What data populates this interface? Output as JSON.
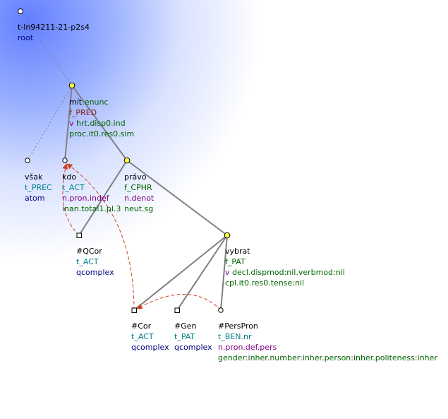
{
  "colors": {
    "edge": "#808080",
    "coref": "#d04020",
    "node_fill": "#ffff44",
    "node_stroke": "#000000",
    "glow": "#5a78ff"
  },
  "tree": {
    "root": {
      "id": "t-ln94211-21-p2s4",
      "label": "root"
    },
    "nodes": {
      "mit": {
        "lemma": "mít",
        "sense": "enunc",
        "functor": "f_PRED",
        "gram": [
          "v",
          "hrt.disp0.ind"
        ],
        "extra": "proc.it0.res0.sim"
      },
      "vsak": {
        "lemma": "však",
        "functor": "t_PREC",
        "type": "atom"
      },
      "kdo": {
        "lemma": "kdo",
        "functor": "t_ACT",
        "gram": "n.pron.indef",
        "extra": "inan.total1.pl.3"
      },
      "pravo": {
        "lemma": "právo",
        "functor": "f_CPHR",
        "gram": "n.denot",
        "extra": "neut.sg"
      },
      "qcor": {
        "lemma": "#QCor",
        "functor": "t_ACT",
        "type": "qcomplex"
      },
      "vybrat": {
        "lemma": "vybrat",
        "functor": "f_PAT",
        "gram": [
          "v",
          "decl.dispmod:nil.verbmod:nil"
        ],
        "extra": "cpl.it0.res0.tense:nil"
      },
      "cor": {
        "lemma": "#Cor",
        "functor": "t_ACT",
        "type": "qcomplex"
      },
      "gen": {
        "lemma": "#Gen",
        "functor": "t_PAT",
        "type": "qcomplex"
      },
      "perspron": {
        "lemma": "#PersPron",
        "functor": "t_BEN.nr",
        "gram": "n.pron.def.pers",
        "extra_parts": [
          {
            "t": "gender",
            "k": true
          },
          {
            "t": ":",
            "k": false
          },
          {
            "t": "inher",
            "k": true
          },
          {
            "t": ".",
            "k": false
          },
          {
            "t": "number",
            "k": true
          },
          {
            "t": ":",
            "k": false
          },
          {
            "t": "inher",
            "k": true
          },
          {
            "t": ".",
            "k": false
          },
          {
            "t": "person",
            "k": true
          },
          {
            "t": ":",
            "k": false
          },
          {
            "t": "inher",
            "k": true
          },
          {
            "t": ".",
            "k": false
          },
          {
            "t": "politeness",
            "k": true
          },
          {
            "t": ":",
            "k": false
          },
          {
            "t": "inher",
            "k": true
          }
        ]
      }
    }
  }
}
